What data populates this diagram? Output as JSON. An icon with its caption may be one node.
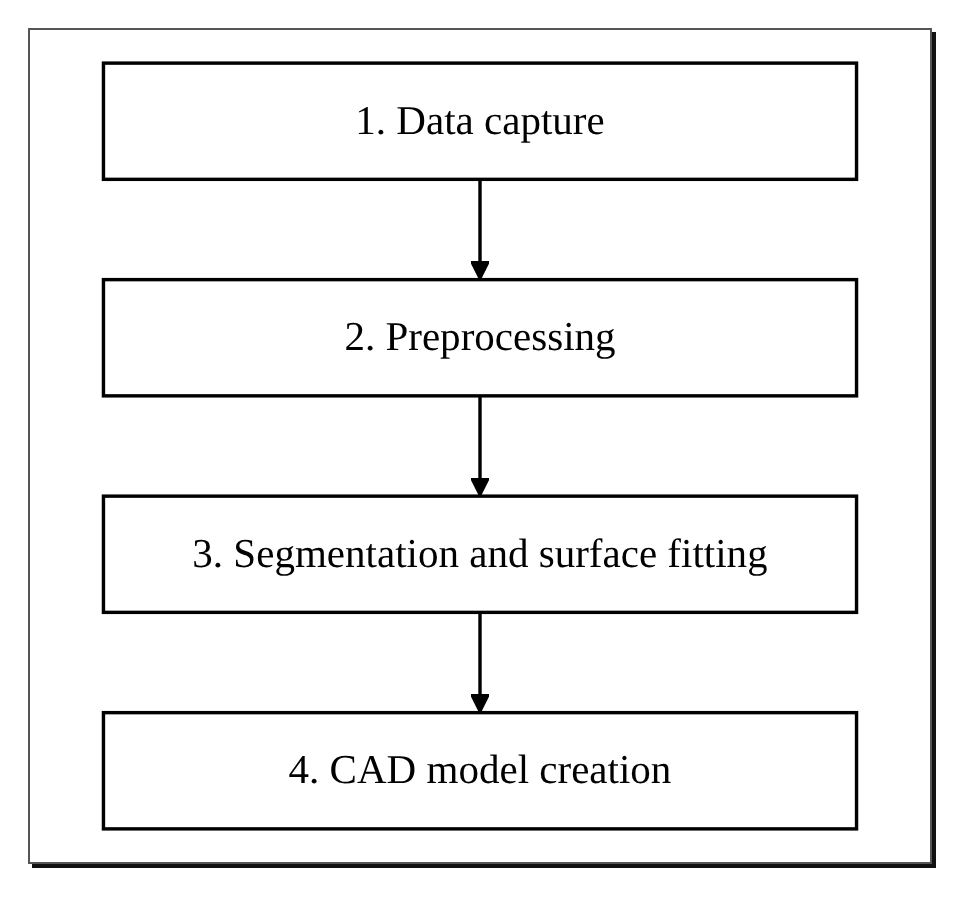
{
  "diagram": {
    "nodes": [
      {
        "text": [
          "1. Data capture"
        ]
      },
      {
        "text": [
          "2. Preprocessing"
        ]
      },
      {
        "text": [
          "3. Segmentation and surface fitting"
        ]
      },
      {
        "text": [
          "4. CAD model creation"
        ]
      }
    ],
    "edges": [
      {
        "from": 0,
        "to": 1,
        "arrow": "to"
      },
      {
        "from": 1,
        "to": 2,
        "arrow": "to"
      },
      {
        "from": 2,
        "to": 3,
        "arrow": "to"
      }
    ]
  }
}
